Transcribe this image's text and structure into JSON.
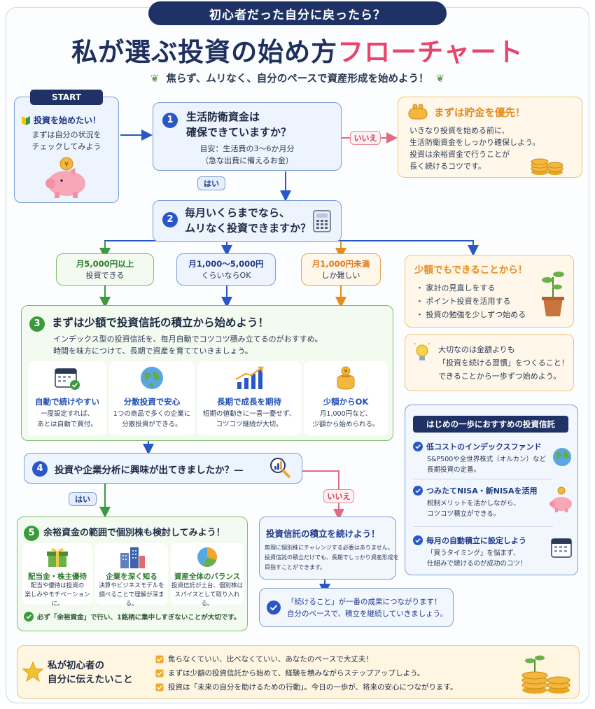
{
  "header": {
    "pill": "初心者だった自分に戻ったら？",
    "title_main": "私が選ぶ投資の始め方",
    "title_accent": "フローチャート",
    "subtitle": "焦らず、ムリなく、自分のペースで資産形成を始めよう！"
  },
  "start": {
    "label": "START",
    "title": "投資を始めたい！",
    "text1": "まずは自分の状況を",
    "text2": "チェックしてみよう"
  },
  "q1": {
    "num": "1",
    "line1": "生活防衛資金は",
    "line2": "確保できていますか？",
    "note1": "目安：生活費の3〜6か月分",
    "note2": "（急な出費に備えるお金）",
    "yes": "はい",
    "no": "いいえ"
  },
  "saving": {
    "title": "まずは貯金を優先！",
    "l1": "いきなり投資を始める前に、",
    "l2": "生活防衛資金をしっかり確保しよう。",
    "l3": "投資は余裕資金で行うことが",
    "l4": "長く続けるコツです。"
  },
  "q2": {
    "num": "2",
    "line1": "毎月いくらまでなら、",
    "line2": "ムリなく投資できますか？"
  },
  "branches": [
    {
      "l1": "月5,000円以上",
      "l2": "投資できる"
    },
    {
      "l1": "月1,000〜5,000円",
      "l2": "くらいならOK"
    },
    {
      "l1": "月1,000円未満",
      "l2": "しか難しい"
    }
  ],
  "small_start": {
    "title": "少額でもできることから！",
    "items": [
      "家計の見直しをする",
      "ポイント投資を活用する",
      "投資の勉強を少しずつ始める"
    ]
  },
  "habit": {
    "l1": "大切なのは金額よりも",
    "l2": "「投資を続ける習慣」をつくること！",
    "l3": "できることから一歩ずつ始めよう。"
  },
  "step3": {
    "num": "3",
    "title": "まずは少額で投資信託の積立から始めよう！",
    "l1": "インデックス型の投資信託を、毎月自動でコツコツ積み立てるのがおすすめ。",
    "l2": "時間を味方につけて、長期で資産を育てていきましょう。",
    "cards": [
      {
        "title": "自動で続けやすい",
        "t1": "一度設定すれば、",
        "t2": "あとは自動で買付。"
      },
      {
        "title": "分散投資で安心",
        "t1": "1つの商品で多くの企業に",
        "t2": "分散投資ができる。"
      },
      {
        "title": "長期で成長を期待",
        "t1": "短期の値動きに一喜一憂せず、",
        "t2": "コツコツ継続が大切。"
      },
      {
        "title": "少額からOK",
        "t1": "月1,000円など、",
        "t2": "少額から始められる。"
      }
    ]
  },
  "recommend": {
    "title": "はじめの一歩におすすめの投資信託",
    "items": [
      {
        "title": "低コストのインデックスファンド",
        "t1": "S&P500や全世界株式（オルカン）など",
        "t2": "長期投資の定番。"
      },
      {
        "title": "つみたてNISA・新NISAを活用",
        "t1": "税制メリットを活かしながら、",
        "t2": "コツコツ積立ができる。"
      },
      {
        "title": "毎月の自動積立に設定しよう",
        "t1": "「買うタイミング」を悩まず、",
        "t2": "仕組みで続けるのが成功のコツ！"
      }
    ]
  },
  "q4": {
    "num": "4",
    "text": "投資や企業分析に興味が出てきましたか？",
    "yes": "はい",
    "no": "いいえ"
  },
  "step5": {
    "num": "5",
    "title": "余裕資金の範囲で個別株も検討してみよう！",
    "cards": [
      {
        "title": "配当金・株主優待",
        "t1": "配当や優待は投資の",
        "t2": "楽しみやモチベーションに。"
      },
      {
        "title": "企業を深く知る",
        "t1": "決算やビジネスモデルを",
        "t2": "調べることで理解が深まる。"
      },
      {
        "title": "資産全体のバランス",
        "t1": "投資信託が土台、個別株は",
        "t2": "スパイスとして取り入れる。"
      }
    ],
    "note": "必ず「余裕資金」で行い、1銘柄に集中しすぎないことが大切です。"
  },
  "continue": {
    "title": "投資信託の積立を続けよう！",
    "l1": "無理に個別株にチャレンジする必要はありません。",
    "l2": "投資信託の積立だけでも、長期でしっかり資産形成を",
    "l3": "目指すことができます。"
  },
  "result": {
    "l1": "「続けること」が一番の成果につながります！",
    "l2": "自分のペースで、積立を継続していきましょう。"
  },
  "footer": {
    "title1": "私が初心者の",
    "title2": "自分に伝えたいこと",
    "items": [
      "焦らなくていい、比べなくていい、あなたのペースで大丈夫！",
      "まずは少額の投資信託から始めて、経験を積みながらステップアップしよう。",
      "投資は「未来の自分を助けるための行動」。今日の一歩が、将来の安心につながります。"
    ]
  },
  "colors": {
    "navy": "#1f3265",
    "accent": "#e8456b",
    "blue": "#2a57c8",
    "green": "#3c9a3d",
    "orange": "#e68a1e"
  }
}
